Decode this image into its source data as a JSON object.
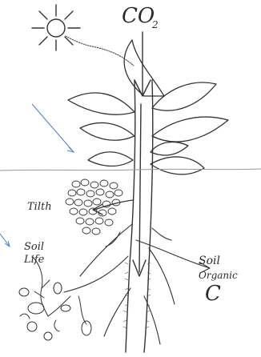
{
  "labels": {
    "co2_main": "CO",
    "co2_sub": "2",
    "tilth": "Tilth",
    "soil_life_line1": "Soil",
    "soil_life_line2": "Life",
    "soc_line1": "Soil",
    "soc_line2": "Organic",
    "soc_line3": "C"
  },
  "colors": {
    "ink": "#333333",
    "blue_pointer": "#4a7fd0",
    "ground": "#999999"
  }
}
